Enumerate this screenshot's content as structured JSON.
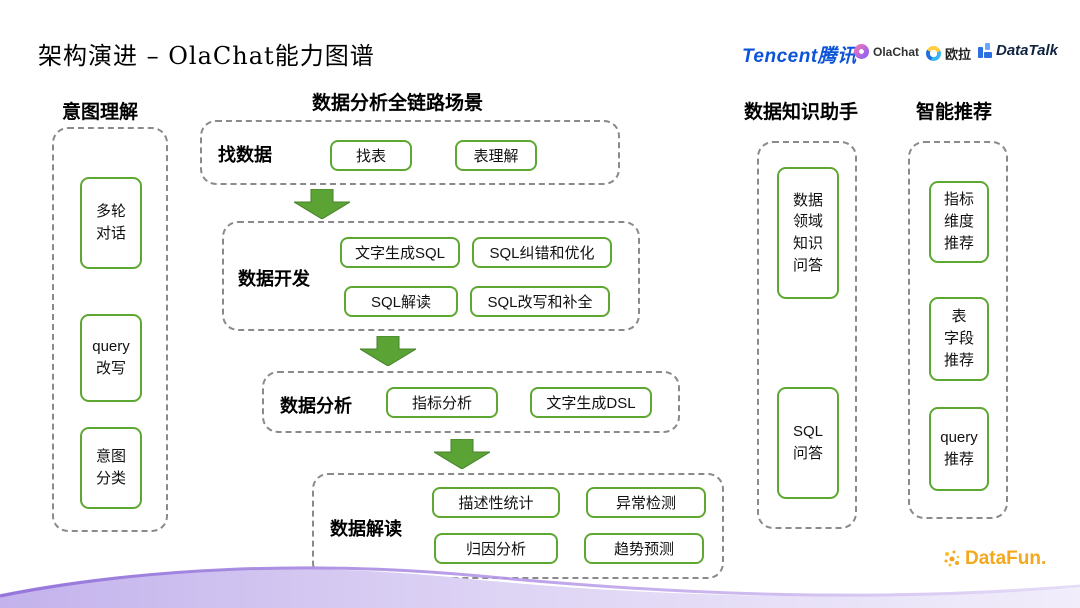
{
  "title": "架构演进 – OlaChat能力图谱",
  "logos": {
    "tencent": "Tencent腾讯",
    "olachat": "OlaChat",
    "oula": "欧拉",
    "datatalk": "DataTalk",
    "datafun": "DataFun."
  },
  "intent": {
    "title": "意图理解",
    "items": [
      "多轮\n对话",
      "query\n改写",
      "意图\n分类"
    ]
  },
  "pipeline": {
    "title": "数据分析全链路场景",
    "stages": [
      {
        "label": "找数据",
        "items": [
          "找表",
          "表理解"
        ]
      },
      {
        "label": "数据开发",
        "items": [
          "文字生成SQL",
          "SQL纠错和优化",
          "SQL解读",
          "SQL改写和补全"
        ]
      },
      {
        "label": "数据分析",
        "items": [
          "指标分析",
          "文字生成DSL"
        ]
      },
      {
        "label": "数据解读",
        "items": [
          "描述性统计",
          "异常检测",
          "归因分析",
          "趋势预测"
        ]
      }
    ]
  },
  "knowledge": {
    "title": "数据知识助手",
    "items": [
      "数据\n领域\n知识\n问答",
      "SQL\n问答"
    ]
  },
  "recommend": {
    "title": "智能推荐",
    "items": [
      "指标\n维度\n推荐",
      "表\n字段\n推荐",
      "query\n推荐"
    ]
  },
  "colors": {
    "box_green": "#5ea832",
    "arrow_green": "#5ba334",
    "dashed_gray": "#8a8a8a",
    "tencent_blue": "#0b53d9",
    "datafun_orange": "#f5a81e",
    "wave_purple": "#a98fe3"
  }
}
